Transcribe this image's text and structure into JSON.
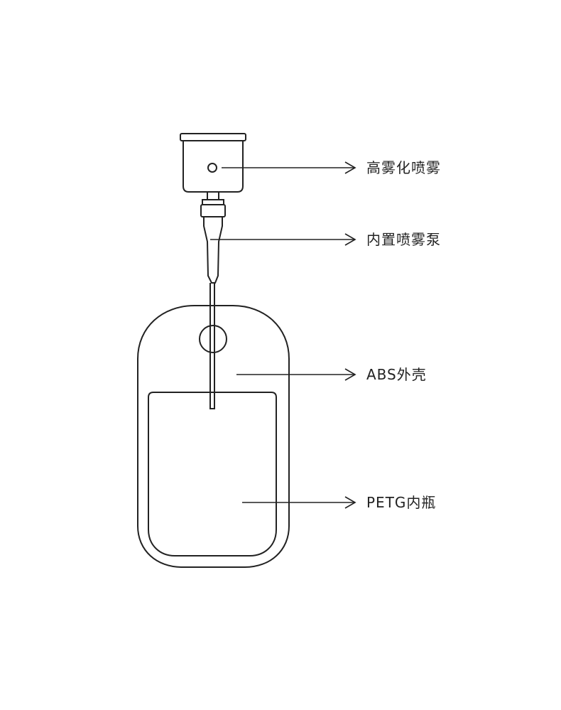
{
  "labels": {
    "nozzle": "高雾化喷雾",
    "pump": "内置喷雾泵",
    "shell": "ABS外壳",
    "inner_bottle": "PETG内瓶"
  },
  "colors": {
    "stroke": "#222222",
    "background": "#ffffff"
  }
}
